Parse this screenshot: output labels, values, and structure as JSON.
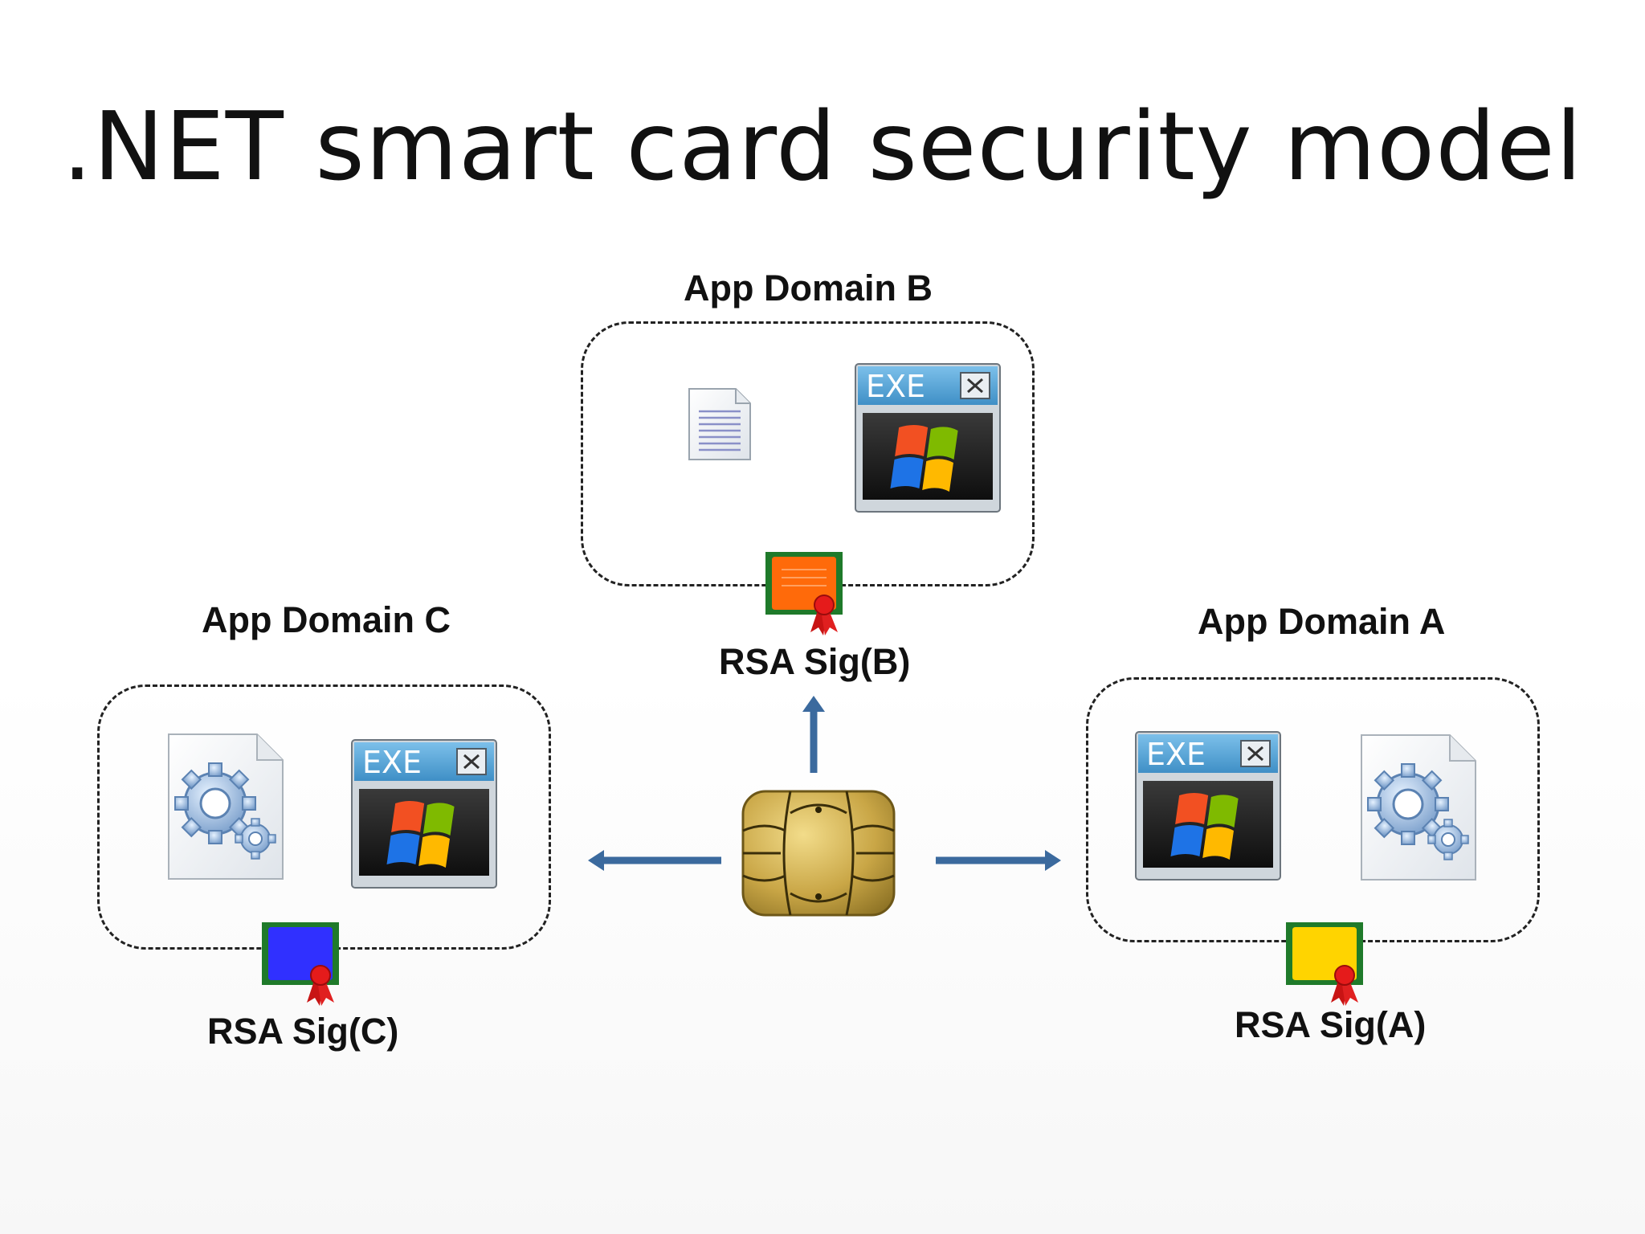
{
  "title": ".NET smart card security model",
  "domains": {
    "b": {
      "label": "App Domain B",
      "sig": "RSA Sig(B)",
      "exe_text": "EXE",
      "cert_color": "#ff6a0a"
    },
    "c": {
      "label": "App Domain C",
      "sig": "RSA Sig(C)",
      "exe_text": "EXE",
      "cert_color": "#3030ff"
    },
    "a": {
      "label": "App Domain A",
      "sig": "RSA Sig(A)",
      "exe_text": "EXE",
      "cert_color": "#ffd400"
    }
  },
  "colors": {
    "arrow": "#3b6a9e",
    "chip": "#c8a94a",
    "cert_border": "#1f7a2a",
    "exe_titlebar": "#5aa6d6"
  },
  "icons": [
    "document-icon",
    "exe-window-icon",
    "config-gear-file-icon",
    "certificate-icon",
    "smart-card-chip-icon",
    "arrow-icon"
  ]
}
